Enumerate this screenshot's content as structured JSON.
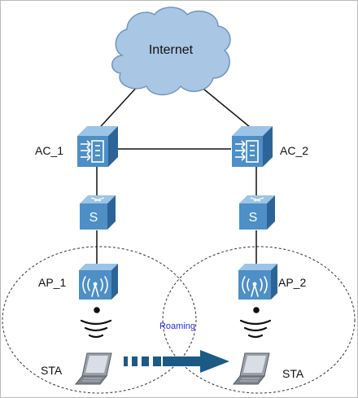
{
  "colors": {
    "device_front": "#4d8fc6",
    "device_top": "#9cc4e6",
    "device_side": "#2d6497",
    "cloud_fill": "#a9c6e4",
    "cloud_stroke": "#6f97c2",
    "arrow": "#1c5a86",
    "roaming_text": "#2a2aee",
    "link": "#111111"
  },
  "cloud": {
    "label": "Internet",
    "icon": "cloud-icon"
  },
  "controllers": [
    {
      "label": "AC_1",
      "icon": "access-controller-icon"
    },
    {
      "label": "AC_2",
      "icon": "access-controller-icon"
    }
  ],
  "switches": [
    {
      "label": "S",
      "icon": "switch-icon"
    },
    {
      "label": "S",
      "icon": "switch-icon"
    }
  ],
  "access_points": [
    {
      "label": "AP_1",
      "icon": "access-point-icon"
    },
    {
      "label": "AP_2",
      "icon": "access-point-icon"
    }
  ],
  "stations": [
    {
      "label": "STA",
      "icon": "laptop-icon"
    },
    {
      "label": "STA",
      "icon": "laptop-icon"
    }
  ],
  "roaming": {
    "label": "Roaming",
    "icon": "roaming-arrow-icon"
  }
}
